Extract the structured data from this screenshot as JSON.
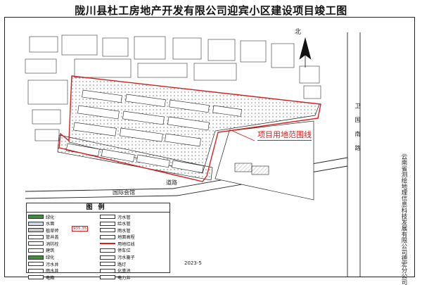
{
  "title": "陇川县杜工房地产开发有限公司迎宾小区建设项目竣工图",
  "north_label": "北",
  "boundary_label": "项目用地范围线",
  "labels": {
    "road_east": "卫国南路",
    "road_south": "道路",
    "hotel": "国际会馆",
    "surveyor": "云南省测绘地理信息科技发展有限公司德宏分公司"
  },
  "legend": {
    "title": "图例",
    "items": [
      {
        "label": "绿化",
        "swatch": "#3e8e3e"
      },
      {
        "label": "污水管",
        "swatch": "#ffffff"
      },
      {
        "label": "水面",
        "swatch": "#cfd8e8"
      },
      {
        "label": "给水管",
        "swatch": "#ffffff"
      },
      {
        "label": "植草砖",
        "swatch": "#c9c9c9"
      },
      {
        "label": "雨水管",
        "swatch": "#ffffff"
      },
      {
        "label": "管井盖",
        "swatch": "#ffffff"
      },
      {
        "label": "地面高程",
        "swatch": "#ffffff"
      },
      {
        "label": "消防栓",
        "swatch": "#ffffff"
      },
      {
        "label": "用地红线",
        "swatch": "#d32020"
      },
      {
        "label": "建筑",
        "swatch": "#ffffff"
      },
      {
        "label": "停车位",
        "swatch": "#ffffff"
      },
      {
        "label": "绿化",
        "swatch": "#3e8e3e"
      },
      {
        "label": "污水篦子",
        "swatch": "#ffffff"
      },
      {
        "label": "污水井",
        "swatch": "#ffffff"
      },
      {
        "label": "路灯",
        "swatch": "#ffffff"
      },
      {
        "label": "雨水井",
        "swatch": "#ffffff"
      },
      {
        "label": "化粪池",
        "swatch": "#ffffff"
      },
      {
        "label": "电箱",
        "swatch": "#ffffff"
      },
      {
        "label": "电力井",
        "swatch": "#ffffff"
      }
    ],
    "elevation_sample": "935.35"
  },
  "date": "2023-5",
  "colors": {
    "boundary": "#d32020",
    "line": "#222222",
    "green": "#3e8e3e"
  }
}
